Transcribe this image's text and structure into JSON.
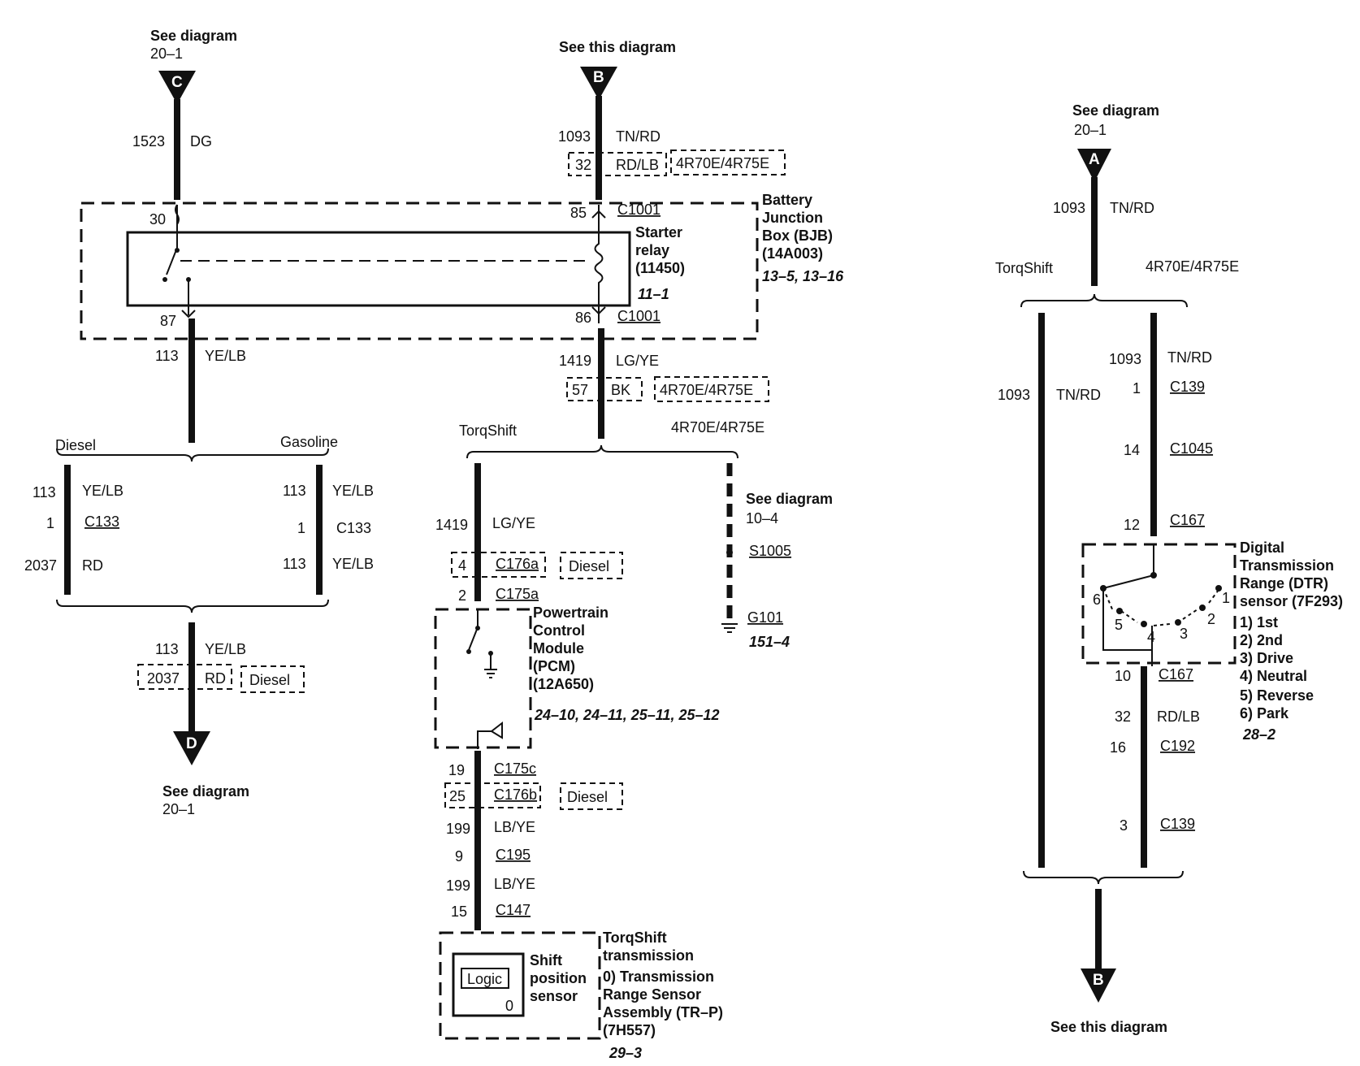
{
  "conn_c": {
    "ref": "See diagram",
    "page": "20–1",
    "letter": "C"
  },
  "conn_b_top": {
    "ref": "See this diagram",
    "letter": "B"
  },
  "conn_a": {
    "ref": "See diagram",
    "page": "20–1",
    "letter": "A"
  },
  "conn_d": {
    "ref": "See diagram",
    "page": "20–1",
    "letter": "D"
  },
  "conn_b_bottom": {
    "ref": "See this diagram",
    "letter": "B"
  },
  "circuits": {
    "c1523": "1523",
    "dg": "DG",
    "c1093": "1093",
    "tnrd": "TN/RD",
    "c32": "32",
    "rdlb": "RD/LB",
    "c1419": "1419",
    "lgye": "LG/YE",
    "c57": "57",
    "bk": "BK",
    "c113": "113",
    "yelb": "YE/LB",
    "c2037": "2037",
    "rd": "RD",
    "c19": "19",
    "c25": "25",
    "c199": "199",
    "lbye": "LB/YE"
  },
  "options": {
    "model": "4R70E/4R75E",
    "diesel": "Diesel",
    "gasoline": "Gasoline",
    "torqshift": "TorqShift"
  },
  "pins": {
    "p30": "30",
    "p87": "87",
    "p85": "85",
    "p86": "86",
    "p1": "1",
    "p4": "4",
    "p2": "2",
    "p9": "9",
    "p15": "15",
    "p14": "14",
    "p12": "12",
    "p10": "10",
    "p16": "16",
    "p3": "3"
  },
  "connectors": {
    "c1001": "C1001",
    "c133": "C133",
    "c176a": "C176a",
    "c175a": "C175a",
    "c175c": "C175c",
    "c176b": "C176b",
    "c195": "C195",
    "c147": "C147",
    "c139": "C139",
    "c1045": "C1045",
    "c167": "C167",
    "c192": "C192",
    "s1005": "S1005",
    "g101": "G101"
  },
  "bjb": {
    "lines": [
      "Battery",
      "Junction",
      "Box (BJB)",
      "(14A003)"
    ],
    "ref": "13–5, 13–16"
  },
  "relay": {
    "lines": [
      "Starter",
      "relay",
      "(11450)"
    ],
    "ref": "11–1"
  },
  "s1005_ref": {
    "lines": [
      "See diagram",
      "10–4"
    ]
  },
  "g101_ref": "151–4",
  "pcm": {
    "lines": [
      "Powertrain",
      "Control",
      "Module",
      "(PCM)",
      "(12A650)"
    ],
    "ref": "24–10, 24–11, 25–11, 25–12"
  },
  "tr": {
    "lines": [
      "TorqShift",
      "transmission",
      "0) Transmission",
      "Range Sensor",
      "Assembly (TR–P)",
      "(7H557)"
    ],
    "ref": "29–3"
  },
  "shift_sensor": {
    "lines": [
      "Shift",
      "position",
      "sensor"
    ],
    "logic": "Logic",
    "zero": "0"
  },
  "dtr": {
    "lines": [
      "Digital",
      "Transmission",
      "Range (DTR)",
      "sensor (7F293)"
    ],
    "positions": [
      "1) 1st",
      "2) 2nd",
      "3) Drive",
      "4) Neutral",
      "5) Reverse",
      "6) Park"
    ],
    "ref": "28–2",
    "pos_nums": [
      "1",
      "2",
      "3",
      "4",
      "5",
      "6"
    ]
  }
}
